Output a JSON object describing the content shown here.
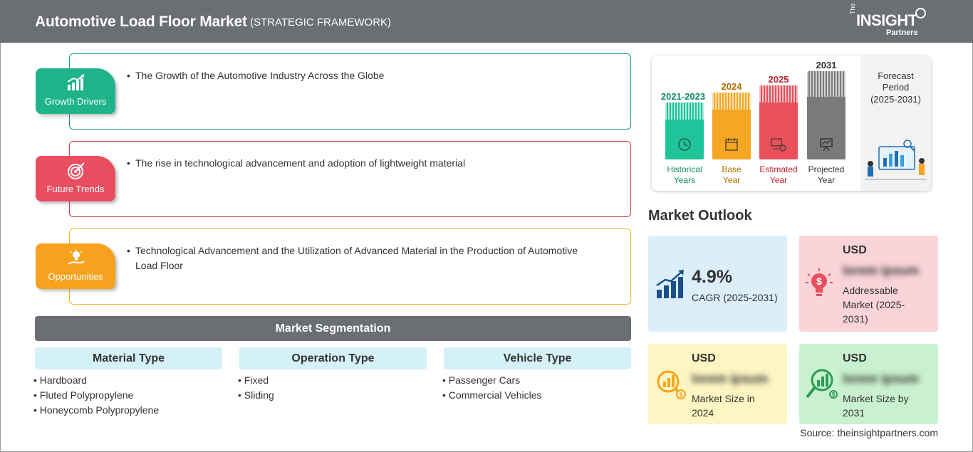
{
  "header": {
    "title": "Automotive Load Floor Market",
    "subtitle": "(STRATEGIC FRAMEWORK)",
    "logo": {
      "the": "The",
      "insight": "INSIGHT",
      "partners": "Partners"
    }
  },
  "framework": [
    {
      "label": "Growth Drivers",
      "color": "#1fb38a",
      "border": "#1a9e78",
      "icon": "growth-chart-icon",
      "text": "The Growth of the Automotive Industry Across the Globe"
    },
    {
      "label": "Future Trends",
      "color": "#e84e5f",
      "border": "#d33c4c",
      "icon": "target-icon",
      "text": "The rise in technological advancement and adoption of lightweight material"
    },
    {
      "label": "Opportunities",
      "color": "#f6a21e",
      "border": "#f1b92a",
      "icon": "lightbulb-hand-icon",
      "text": "Technological Advancement and the Utilization of Advanced Material in the Production of Automotive Load Floor"
    }
  ],
  "segmentation": {
    "title": "Market Segmentation",
    "columns": [
      {
        "title": "Material Type",
        "items": [
          "Hardboard",
          "Fluted Polypropylene",
          "Honeycomb Polypropylene"
        ]
      },
      {
        "title": "Operation Type",
        "items": [
          "Fixed",
          "Sliding"
        ]
      },
      {
        "title": "Vehicle Type",
        "items": [
          "Passenger Cars",
          "Commercial Vehicles"
        ]
      }
    ]
  },
  "timeline": {
    "bars": [
      {
        "year": "2021-2023",
        "label": "Historical Years",
        "l1": "Historical",
        "l2": "Years",
        "color": "#1fc49a",
        "text_color": "#0f8a68",
        "icon": "history-icon"
      },
      {
        "year": "2024",
        "label": "Base Year",
        "l1": "Base",
        "l2": "Year",
        "color": "#f5a623",
        "text_color": "#b36e00",
        "icon": "calendar-icon"
      },
      {
        "year": "2025",
        "label": "Estimated Year",
        "l1": "Estimated",
        "l2": "Year",
        "color": "#e8505b",
        "text_color": "#b8232f",
        "icon": "estimate-icon"
      },
      {
        "year": "2031",
        "label": "Projected Year",
        "l1": "Projected",
        "l2": "Year",
        "color": "#7a7a7a",
        "text_color": "#333333",
        "icon": "presentation-icon"
      }
    ],
    "forecast_title_1": "Forecast",
    "forecast_title_2": "Period",
    "forecast_range": "(2025-2031)"
  },
  "outlook": {
    "title": "Market Outlook",
    "cagr": {
      "value": "4.9%",
      "label": "CAGR (2025-2031)",
      "color": "#dceefa"
    },
    "addressable": {
      "usd": "USD",
      "value": "lorem ipsum",
      "l1": "Addressable",
      "l2": "Market (2025-",
      "l3": "2031)",
      "color": "#fad4d9"
    },
    "size2024": {
      "usd": "USD",
      "value": "lorem ipsum",
      "l1": "Market Size in",
      "l2": "2024",
      "color": "#fdf5c2"
    },
    "size2031": {
      "usd": "USD",
      "value": "lorem ipsum",
      "l1": "Market Size by",
      "l2": "2031",
      "color": "#c9f1cf"
    }
  },
  "source": "Source: theinsightpartners.com"
}
